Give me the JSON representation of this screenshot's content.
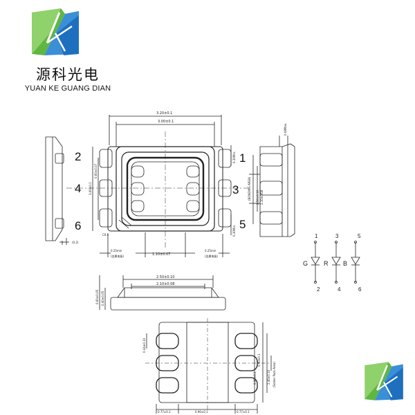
{
  "brand": {
    "name_cn": "源科光电",
    "name_en": "YUAN KE GUANG DIAN"
  },
  "colors": {
    "logo_green": "#6cc24a",
    "logo_blue": "#2f86d1",
    "line": "#222222"
  },
  "top_view": {
    "width_outer": "3.20±0.1",
    "width_inner": "3.00±0.1",
    "height_outer": "3.00±0.1",
    "height_inner": "0.60±0.07",
    "pad_gap_top": "0.30Min.",
    "pad_gap_bottom": "0.30Min.",
    "center_pitch": "1.10±0.07",
    "pad_left": "0.25min",
    "pad_right": "0.25min",
    "pad_left_note": "(金属电极)",
    "pad_right_note": "(金属电极)",
    "corner_mark": "C0.5",
    "pin_labels": [
      "1",
      "2",
      "3",
      "4",
      "5",
      "6"
    ]
  },
  "side_view_left": {
    "dim": "(0.2)"
  },
  "side_view_right": {
    "top_dim": "0.08Max.",
    "bonding_outer": "2.50±0.10",
    "bonding_inner": "2.10±0.08",
    "bonding_note": "(BONDING AREA)"
  },
  "front_view": {
    "width_outer": "2.50±0.10",
    "width_inner": "2.10±0.08",
    "height_1": "0.60±0.05",
    "height_2": "0.40±0.05"
  },
  "footprint": {
    "pad_h": "0.44±0.10",
    "pad_pitch": "0.90±0.1",
    "pad_pitch_2": "0.90±0.1",
    "total_h": "2.40±0.10",
    "solder_note": "(Solder Pads Area)",
    "bottom_left": "0.77±0.1",
    "bottom_center": "0.90±0.1",
    "bottom_right": "0.77±0.1"
  },
  "schematic": {
    "labels": [
      "G",
      "R",
      "B"
    ],
    "top_numbers": [
      "1",
      "3",
      "5"
    ],
    "bottom_numbers": [
      "2",
      "4",
      "6"
    ]
  }
}
